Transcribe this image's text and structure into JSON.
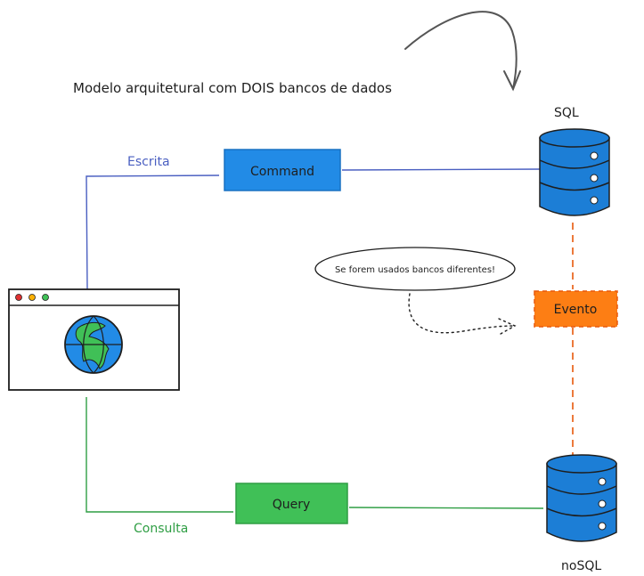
{
  "title": "Modelo arquitetural com DOIS bancos de dados",
  "labels": {
    "write": "Escrita",
    "read": "Consulta",
    "sql": "SQL",
    "nosql": "noSQL"
  },
  "boxes": {
    "command": "Command",
    "query": "Query",
    "event": "Evento"
  },
  "note": "Se forem usados bancos diferentes!",
  "colors": {
    "write_line": "#4a5fc1",
    "read_line": "#2f9e44",
    "command_fill": "#228be6",
    "query_fill": "#40c057",
    "event_fill": "#fd7e14",
    "event_line": "#e8590c",
    "db_fill": "#1c7ed6",
    "globe_fill": "#228be6",
    "globe_land": "#40c057"
  },
  "icons": {
    "browser": "browser-window-icon",
    "globe": "globe-icon",
    "sql_db": "database-icon",
    "nosql_db": "database-icon"
  }
}
